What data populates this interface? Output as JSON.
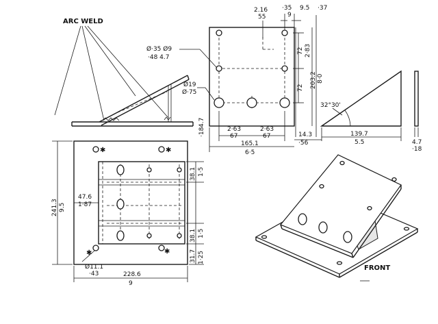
{
  "labels": {
    "arc_weld": "ARC  WELD",
    "front": "FRONT",
    "angle": "32°30'"
  },
  "dims_top_plate": {
    "d216": "2.16",
    "d55": "55",
    "d35": "·35",
    "d9": "9",
    "d95": "9.5",
    "d37": "·37",
    "d72a": "72",
    "d283": "2·83",
    "d72b": "72",
    "d2032": "203.2",
    "d80": "8·0",
    "hole_small_a": "Ø·35  Ø9",
    "hole_small_b": "·48  4.7",
    "hole_large_a": "Ø19",
    "hole_large_b": "Ø·75",
    "d263a": "2·63",
    "d67a": "67",
    "d263b": "2·63",
    "d67b": "67",
    "d1651": "165.1",
    "d65": "6·5",
    "d143": "14.3",
    "d56": "·56",
    "d18": "·18",
    "d47": "4.7"
  },
  "dims_side": {
    "d1397": "139.7",
    "d55": "5.5",
    "d47": "4.7",
    "d18": "·18"
  },
  "dims_base": {
    "d2413": "241.3",
    "d95": "9.5",
    "d476": "47.6",
    "d187": "1·87",
    "d381a": "38.1",
    "d15a": "1·5",
    "d381b": "38.1",
    "d15b": "1·5",
    "d317": "31.7",
    "d125": "1·25",
    "d111": "Ø11.1",
    "d43": "·43",
    "d2286": "228.6",
    "d9": "9"
  }
}
